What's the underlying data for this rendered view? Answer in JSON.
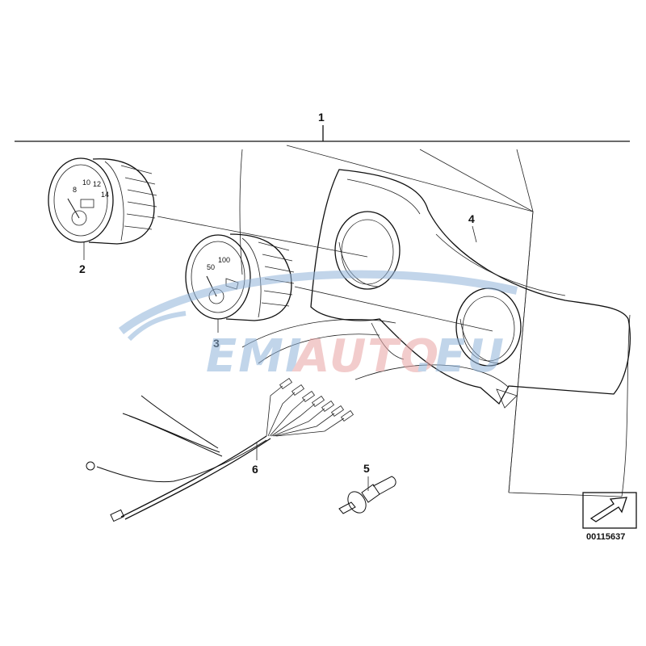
{
  "callouts": {
    "c1": "1",
    "c2": "2",
    "c3": "3",
    "c4": "4",
    "c5": "5",
    "c6": "6"
  },
  "gauge_a": {
    "n1": "8",
    "n2": "10",
    "n3": "12",
    "n4": "14"
  },
  "gauge_b": {
    "n1": "50",
    "n2": "100"
  },
  "watermark": {
    "part1": "EMI",
    "part2": "AUTO",
    "part3": ".EU"
  },
  "reference_number": "00115637",
  "colors": {
    "line": "#111111",
    "watermark_blue": "#8fb3d9",
    "watermark_red": "#e8a3a3"
  }
}
